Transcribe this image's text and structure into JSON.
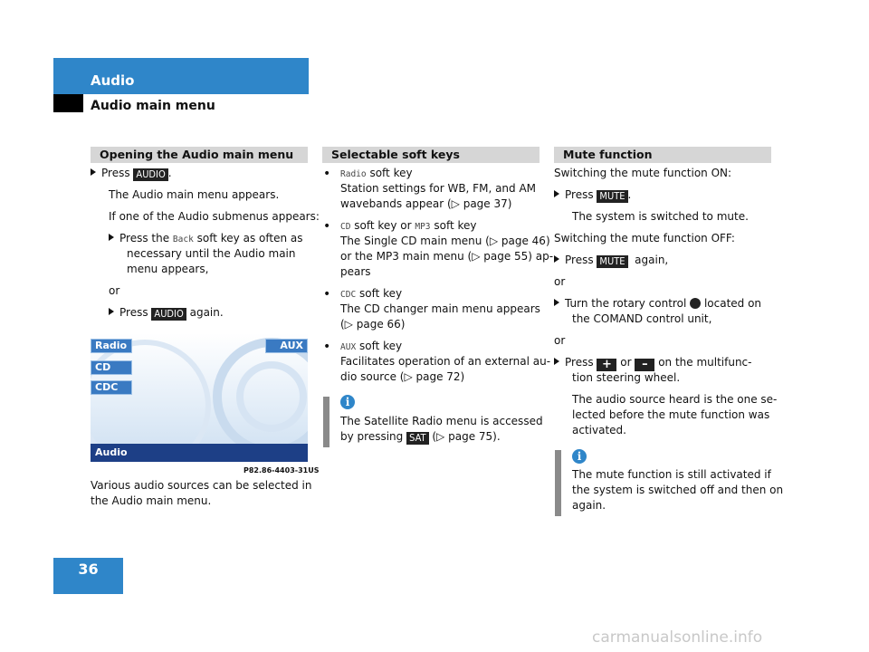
{
  "header": {
    "section": "Audio",
    "subsection": "Audio main menu"
  },
  "col1": {
    "heading": "Opening the Audio main menu",
    "press": "Press",
    "key_audio": "AUDIO",
    "appears": "The Audio main menu appears.",
    "if_sub": "If one of the Audio submenus appears:",
    "press_the": "Press the",
    "back_key": "Back",
    "step2_a": "soft key as often as",
    "step2_b": "necessary until the Audio main",
    "step2_c": "menu appears,",
    "or": "or",
    "again": "again.",
    "screen": {
      "radio": "Radio",
      "cd": "CD",
      "cdc": "CDC",
      "aux": "AUX",
      "footer": "Audio"
    },
    "figure_id": "P82.86-4403-31US",
    "caption_a": "Various audio sources can be selected in",
    "caption_b": "the Audio main menu."
  },
  "col2": {
    "heading": "Selectable soft keys",
    "b1_key": "Radio",
    "b1_t": "soft key",
    "b1_l2": "Station settings for WB, FM, and AM",
    "b1_l3": "wavebands appear (▷ page 37)",
    "b2_key1": "CD",
    "b2_t1": "soft key or",
    "b2_key2": "MP3",
    "b2_t2": "soft key",
    "b2_l2": "The Single CD main menu (▷ page 46)",
    "b2_l3": "or the MP3 main menu (▷ page 55) ap-",
    "b2_l4": "pears",
    "b3_key": "CDC",
    "b3_t": "soft key",
    "b3_l2": "The CD changer main menu appears",
    "b3_l3": "(▷ page 66)",
    "b4_key": "AUX",
    "b4_t": "soft key",
    "b4_l2": "Facilitates operation of an external au-",
    "b4_l3": "dio source (▷ page 72)",
    "info_l1": "The Satellite Radio menu is accessed",
    "info_l2a": "by pressing",
    "info_key": "SAT",
    "info_l2b": "(▷ page 75)."
  },
  "col3": {
    "heading": "Mute function",
    "on": "Switching the mute function ON:",
    "press": "Press",
    "key_mute": "MUTE",
    "muted": "The system is switched to mute.",
    "off": "Switching the mute function OFF:",
    "again": "again,",
    "or": "or",
    "turn": "Turn the rotary control",
    "located": "located on",
    "unit": "the COMAND control unit,",
    "plus": "+",
    "minus": "–",
    "or_word": "or",
    "multi": "on the multifunc-",
    "wheel": "tion steering wheel.",
    "src1": "The audio source heard is the one se-",
    "src2": "lected before the mute function was",
    "src3": "activated.",
    "info_l1": "The mute function is still activated if",
    "info_l2": "the system is switched off and then on",
    "info_l3": "again."
  },
  "page_number": "36",
  "watermark": "carmanualsonline.info"
}
